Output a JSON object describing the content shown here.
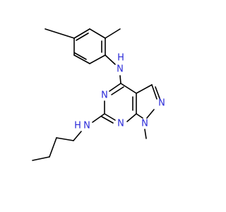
{
  "structure": {
    "atoms": [
      {
        "id": "n_aryl_amine",
        "text": "N",
        "hydrogen": "H",
        "color": "#2a2ad8"
      },
      {
        "id": "n_ring3",
        "text": "N",
        "color": "#2a2ad8"
      },
      {
        "id": "n_ring1",
        "text": "N",
        "color": "#2a2ad8"
      },
      {
        "id": "n_pyrazole_2",
        "text": "N",
        "color": "#2a2ad8"
      },
      {
        "id": "n_pyrazole_1",
        "text": "N",
        "color": "#2a2ad8"
      },
      {
        "id": "n_butyl_amine",
        "text": "N",
        "hydrogen": "H",
        "color": "#2a2ad8"
      }
    ],
    "bond_color": "#000000"
  }
}
